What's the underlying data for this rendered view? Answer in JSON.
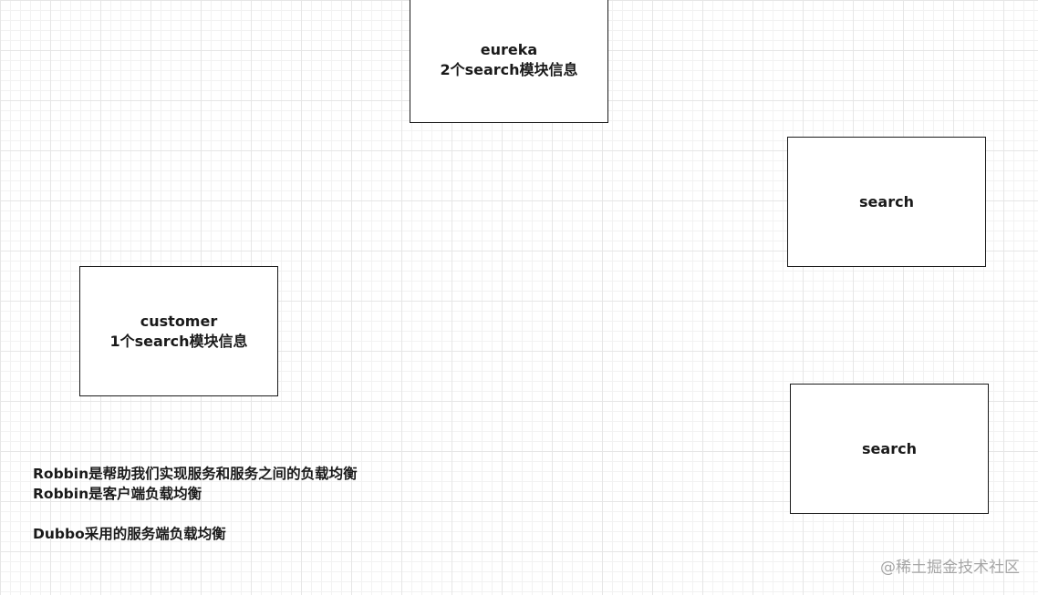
{
  "nodes": {
    "eureka": {
      "line1": "eureka",
      "line2": "2个search模块信息"
    },
    "search_1": {
      "label": "search"
    },
    "customer": {
      "line1": "customer",
      "line2": "1个search模块信息"
    },
    "search_2": {
      "label": "search"
    }
  },
  "notes": {
    "line1": "Robbin是帮助我们实现服务和服务之间的负载均衡",
    "line2": "Robbin是客户端负载均衡",
    "line3": "Dubbo采用的服务端负载均衡"
  },
  "watermark": "@稀土掘金技术社区"
}
